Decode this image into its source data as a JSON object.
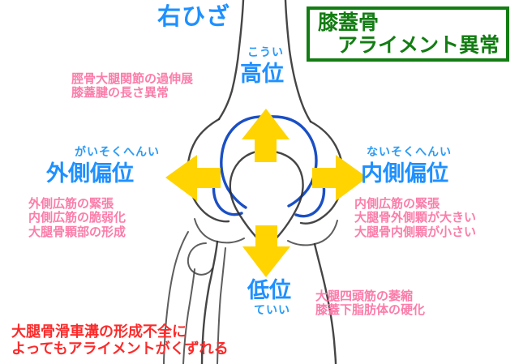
{
  "title_box": {
    "line1": "膝蓋骨",
    "line2": "アライメント異常",
    "color": "#127d12"
  },
  "labels": {
    "right_knee": "右ひざ",
    "superior": {
      "furigana": "こうい",
      "text": "高位"
    },
    "lateral": {
      "furigana": "がいそくへんい",
      "text": "外側偏位"
    },
    "medial": {
      "furigana": "ないそくへんい",
      "text": "内側偏位"
    },
    "inferior": {
      "furigana": "ていい",
      "text": "低位"
    },
    "color": "#1e90ff"
  },
  "notes": {
    "top_left": "脛骨大腿関節の過伸展\n膝蓋腱の長さ異常",
    "left": "外側広筋の緊張\n内側広筋の脆弱化\n大腿骨顆部の形成",
    "right": "内側広筋の緊張\n大腿骨外側顆が大きい\n大腿骨内側顆が小さい",
    "bottom_right": "大腿四頭筋の萎縮\n膝蓋下脂肪体の硬化",
    "bottom_left": "大腿骨滑車溝の形成不全に\nよってもアライメントがくずれる",
    "pink_color": "#fb7daa",
    "red_color": "#fb2b2b"
  },
  "diagram": {
    "name": "right-knee-anterior-view-sketch",
    "arrow_color": "#ffd400",
    "trochlear_groove_color": "#1a4fc4",
    "bone_outline_color": "#2b2b2b",
    "arrows": [
      {
        "direction": "up",
        "meaning": "高位"
      },
      {
        "direction": "left",
        "meaning": "外側偏位"
      },
      {
        "direction": "right",
        "meaning": "内側偏位"
      },
      {
        "direction": "down",
        "meaning": "低位"
      }
    ]
  }
}
